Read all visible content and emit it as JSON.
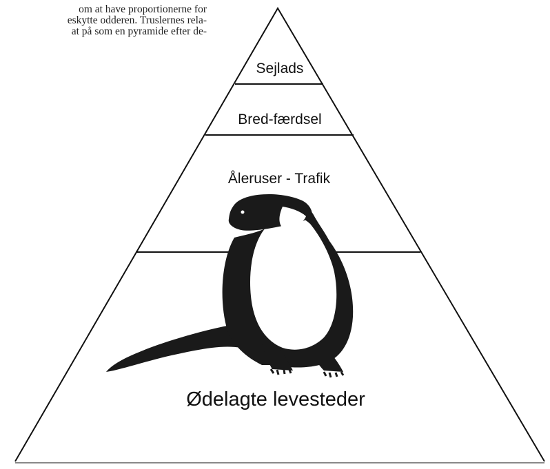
{
  "body_text": {
    "lines": [
      "om at have proportionerne for",
      "eskytte odderen. Truslernes rela-",
      "at på som en pyramide efter de-"
    ]
  },
  "pyramid": {
    "tiers": [
      {
        "label": "Sejlads"
      },
      {
        "label": "Bred-færdsel"
      },
      {
        "label": "Åleruser - Trafik"
      },
      {
        "label": "Ødelagte levesteder"
      }
    ]
  },
  "illustration": {
    "icon": "otter-illustration"
  }
}
